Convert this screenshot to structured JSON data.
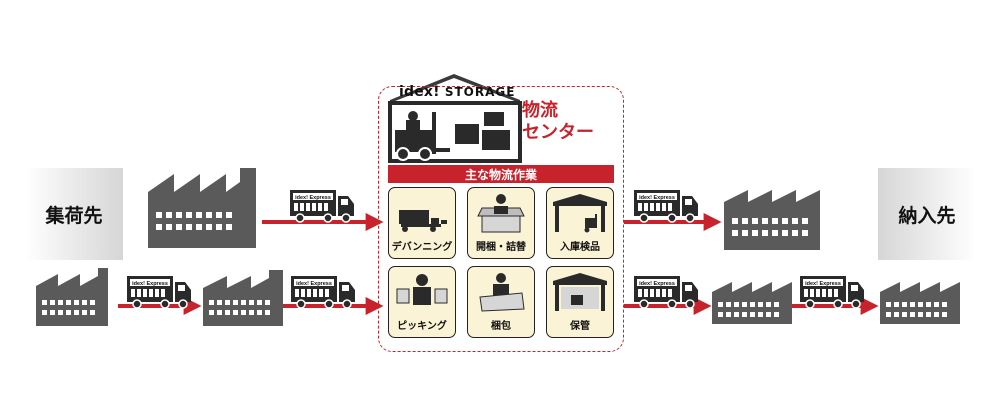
{
  "labels": {
    "origin": "集荷先",
    "destination": "納入先"
  },
  "center": {
    "brand_main": "idex!",
    "brand_sub": "STORAGE",
    "title_line1": "物流",
    "title_line2": "センター",
    "bar_label": "主な物流作業"
  },
  "truck_text": "idex! Express",
  "tasks": [
    {
      "label": "デバンニング",
      "icon": "container-unloading-icon"
    },
    {
      "label": "開梱・詰替",
      "icon": "unpacking-icon"
    },
    {
      "label": "入庫検品",
      "icon": "warehouse-inbound-icon"
    },
    {
      "label": "ピッキング",
      "icon": "picking-icon"
    },
    {
      "label": "梱包",
      "icon": "packing-icon"
    },
    {
      "label": "保管",
      "icon": "storage-icon"
    }
  ],
  "colors": {
    "accent_red": "#c8232c",
    "building_gray": "#5a5a5a",
    "tile_bg": "#fbf3d6"
  }
}
